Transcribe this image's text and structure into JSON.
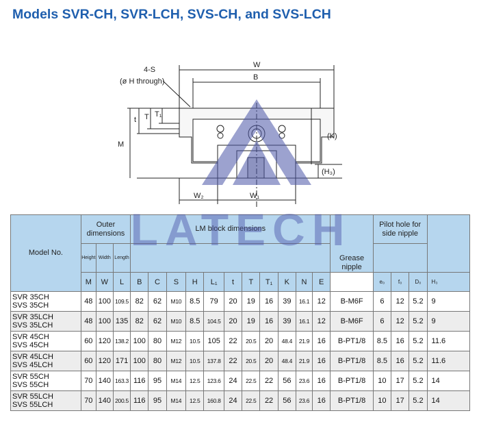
{
  "title": "Models SVR-CH, SVR-LCH, SVS-CH, and SVS-LCH",
  "drawing": {
    "label_4s": "4-S",
    "label_hole": "(ø H through)",
    "label_W": "W",
    "label_B": "B",
    "label_M": "M",
    "label_t": "t",
    "label_T": "T",
    "label_T1": "T₁",
    "label_K": "(K)",
    "label_H3": "(H₃)",
    "label_W2": "W₂",
    "label_W1": "W₁"
  },
  "watermark": "LATECH",
  "table": {
    "model_header": "Model No.",
    "outer_header": "Outer dimensions",
    "lm_header": "LM block dimensions",
    "pilot_header": "Pilot hole for side nipple",
    "sub_height": "Height",
    "sub_width": "Width",
    "sub_length": "Length",
    "grease_header": "Grease nipple",
    "letters": {
      "M": "M",
      "W": "W",
      "L": "L",
      "B": "B",
      "C": "C",
      "S": "S",
      "H": "H",
      "L1": "L₁",
      "t": "t",
      "T": "T",
      "T1": "T₁",
      "K": "K",
      "N": "N",
      "E": "E",
      "e0": "e₀",
      "f0": "f₀",
      "D0": "D₀",
      "H3": "H₃"
    },
    "rows": [
      {
        "model1": "SVR 35CH",
        "model2": "SVS 35CH",
        "M": "48",
        "W": "100",
        "L": "109.5",
        "B": "82",
        "C": "62",
        "S": "M10",
        "H": "8.5",
        "L1": "79",
        "t": "20",
        "T": "19",
        "T1": "16",
        "K": "39",
        "N": "16.1",
        "E": "12",
        "grease": "B-M6F",
        "e0": "6",
        "f0": "12",
        "D0": "5.2",
        "H3": "9"
      },
      {
        "model1": "SVR 35LCH",
        "model2": "SVS 35LCH",
        "M": "48",
        "W": "100",
        "L": "135",
        "B": "82",
        "C": "62",
        "S": "M10",
        "H": "8.5",
        "L1": "104.5",
        "t": "20",
        "T": "19",
        "T1": "16",
        "K": "39",
        "N": "16.1",
        "E": "12",
        "grease": "B-M6F",
        "e0": "6",
        "f0": "12",
        "D0": "5.2",
        "H3": "9"
      },
      {
        "model1": "SVR 45CH",
        "model2": "SVS 45CH",
        "M": "60",
        "W": "120",
        "L": "138.2",
        "B": "100",
        "C": "80",
        "S": "M12",
        "H": "10.5",
        "L1": "105",
        "t": "22",
        "T": "20.5",
        "T1": "20",
        "K": "48.4",
        "N": "21.9",
        "E": "16",
        "grease": "B-PT1/8",
        "e0": "8.5",
        "f0": "16",
        "D0": "5.2",
        "H3": "11.6"
      },
      {
        "model1": "SVR 45LCH",
        "model2": "SVS 45LCH",
        "M": "60",
        "W": "120",
        "L": "171",
        "B": "100",
        "C": "80",
        "S": "M12",
        "H": "10.5",
        "L1": "137.8",
        "t": "22",
        "T": "20.5",
        "T1": "20",
        "K": "48.4",
        "N": "21.9",
        "E": "16",
        "grease": "B-PT1/8",
        "e0": "8.5",
        "f0": "16",
        "D0": "5.2",
        "H3": "11.6"
      },
      {
        "model1": "SVR 55CH",
        "model2": "SVS 55CH",
        "M": "70",
        "W": "140",
        "L": "163.3",
        "B": "116",
        "C": "95",
        "S": "M14",
        "H": "12.5",
        "L1": "123.6",
        "t": "24",
        "T": "22.5",
        "T1": "22",
        "K": "56",
        "N": "23.6",
        "E": "16",
        "grease": "B-PT1/8",
        "e0": "10",
        "f0": "17",
        "D0": "5.2",
        "H3": "14"
      },
      {
        "model1": "SVR 55LCH",
        "model2": "SVS 55LCH",
        "M": "70",
        "W": "140",
        "L": "200.5",
        "B": "116",
        "C": "95",
        "S": "M14",
        "H": "12.5",
        "L1": "160.8",
        "t": "24",
        "T": "22.5",
        "T1": "22",
        "K": "56",
        "N": "23.6",
        "E": "16",
        "grease": "B-PT1/8",
        "e0": "10",
        "f0": "17",
        "D0": "5.2",
        "H3": "14"
      }
    ]
  }
}
